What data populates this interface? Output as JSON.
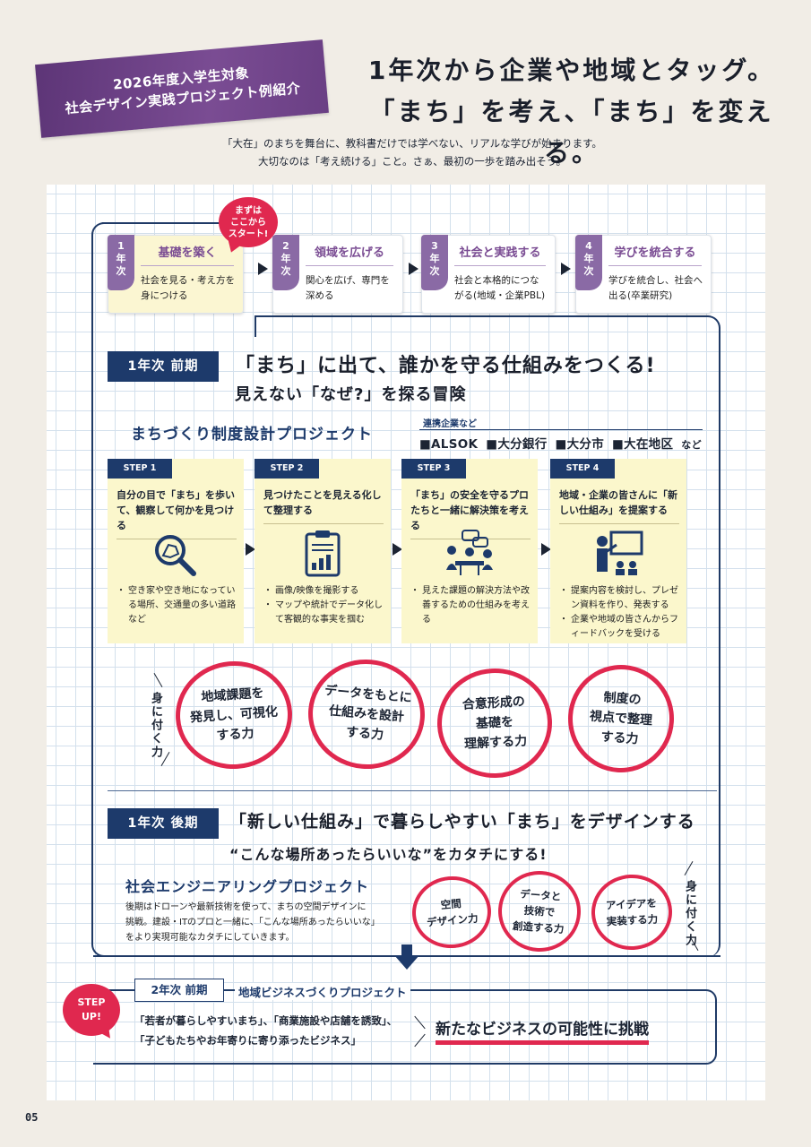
{
  "header": {
    "ribbon_line1": "2026年度入学生対象",
    "ribbon_line2": "社会デザイン実践プロジェクト例紹介",
    "headline_line1": "1年次から企業や地域とタッグ。",
    "headline_line2": "「まち」を考え、「まち」を変える。",
    "intro_line1": "「大在」のまちを舞台に、教科書だけでは学べない、リアルな学びが始まります。",
    "intro_line2": "大切なのは「考え続ける」こと。さぁ、最初の一歩を踏み出そう。"
  },
  "roadmap": {
    "start_bubble": "まずは\nここから\nスタート!",
    "years": [
      {
        "tab": "1\n年\n次",
        "title": "基礎を築く",
        "desc": "社会を見る・考え方を身につける"
      },
      {
        "tab": "2\n年\n次",
        "title": "領域を広げる",
        "desc": "関心を広げ、専門を深める"
      },
      {
        "tab": "3\n年\n次",
        "title": "社会と実践する",
        "desc": "社会と本格的につながる(地域・企業PBL)"
      },
      {
        "tab": "4\n年\n次",
        "title": "学びを統合する",
        "desc": "学びを統合し、社会へ出る(卒業研究)"
      }
    ]
  },
  "first_term": {
    "label": "1年次 前期",
    "title": "「まち」に出て、誰かを守る仕組みをつくる!",
    "subtitle": "見えない「なぜ?」を探る冒険",
    "project": "まちづくり制度設計プロジェクト",
    "partners_label": "連携企業など",
    "partners": [
      "■ALSOK",
      "■大分銀行",
      "■大分市",
      "■大在地区",
      "など"
    ],
    "steps": [
      {
        "tag": "STEP 1",
        "title": "自分の目で「まち」を歩いて、観察して何かを見つける",
        "icon": "magnifier-map-icon",
        "items": [
          "空き家や空き地になっている場所、交通量の多い道路など"
        ]
      },
      {
        "tag": "STEP 2",
        "title": "見つけたことを見える化して整理する",
        "icon": "clipboard-chart-icon",
        "items": [
          "画像/映像を撮影する",
          "マップや統計でデータ化して客観的な事実を掴む"
        ]
      },
      {
        "tag": "STEP 3",
        "title": "「まち」の安全を守るプロたちと一緒に解決策を考える",
        "icon": "meeting-icon",
        "items": [
          "見えた課題の解決方法や改善するための仕組みを考える"
        ]
      },
      {
        "tag": "STEP 4",
        "title": "地域・企業の皆さんに「新しい仕組み」を提案する",
        "icon": "presentation-icon",
        "items": [
          "提案内容を検討し、プレゼン資料を作り、発表する",
          "企業や地域の皆さんからフィードバックを受ける"
        ]
      }
    ],
    "skills_label": "身に付く力",
    "skills": [
      "地域課題を\n発見し、可視化\nする力",
      "データをもとに\n仕組みを設計\nする力",
      "合意形成の\n基礎を\n理解する力",
      "制度の\n視点で整理\nする力"
    ]
  },
  "second_term": {
    "label": "1年次 後期",
    "title": "「新しい仕組み」で暮らしやすい「まち」をデザインする",
    "subtitle": "“こんな場所あったらいいな”をカタチにする!",
    "project": "社会エンジニアリングプロジェクト",
    "desc_line1": "後期はドローンや最新技術を使って、まちの空間デザインに",
    "desc_line2": "挑戦。建設・ITのプロと一緒に、「こんな場所あったらいいな」",
    "desc_line3": "をより実現可能なカタチにしていきます。",
    "skills_label": "身に付く力",
    "skills": [
      "空間\nデザイン力",
      "データと\n技術で\n創造する力",
      "アイデアを\n実装する力"
    ]
  },
  "next_step": {
    "badge": "STEP\nUP!",
    "label": "2年次 前期",
    "project": "地域ビジネスづくりプロジェクト",
    "line1": "「若者が暮らしやすいまち」、「商業施設や店舗を誘致」、",
    "line2": "「子どもたちやお年寄りに寄り添ったビジネス」",
    "challenge": "新たなビジネスの可能性に挑戦"
  },
  "page_number": "05",
  "colors": {
    "navy": "#1d3a6b",
    "purple": "#7a4c93",
    "pink": "#e0284f",
    "yellow": "#fbf7cc"
  }
}
